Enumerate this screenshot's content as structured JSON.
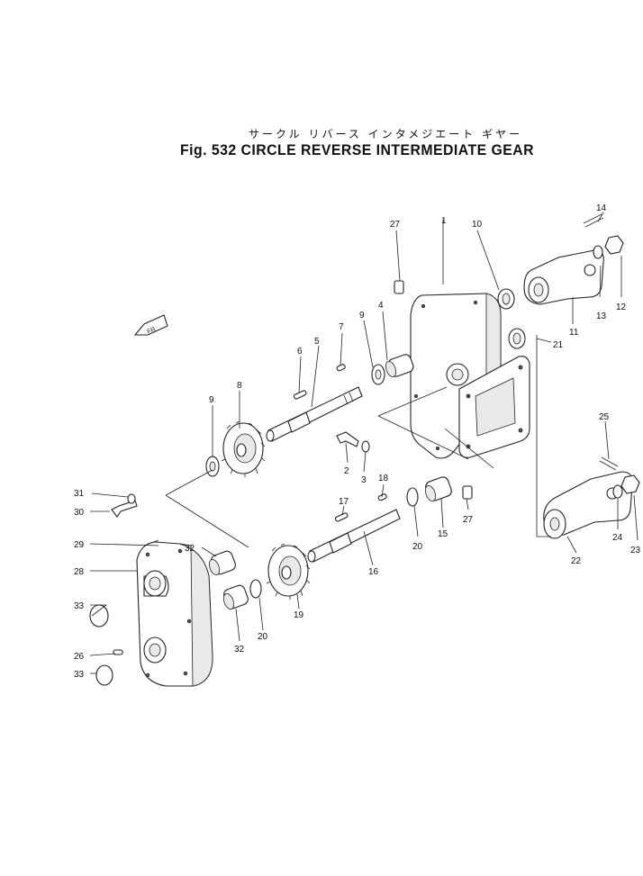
{
  "figure": {
    "title_jp": "サークル リバース インタメジエート ギヤー",
    "title_en": "Fig. 532 CIRCLE REVERSE INTERMEDIATE GEAR"
  },
  "callouts": [
    "1",
    "2",
    "3",
    "4",
    "5",
    "6",
    "7",
    "8",
    "9",
    "9",
    "10",
    "11",
    "12",
    "13",
    "14",
    "15",
    "16",
    "17",
    "18",
    "19",
    "20",
    "20",
    "21",
    "22",
    "23",
    "24",
    "25",
    "26",
    "27",
    "27",
    "28",
    "29",
    "30",
    "31",
    "32",
    "32",
    "33",
    "33"
  ],
  "arrow_badge": "FR"
}
